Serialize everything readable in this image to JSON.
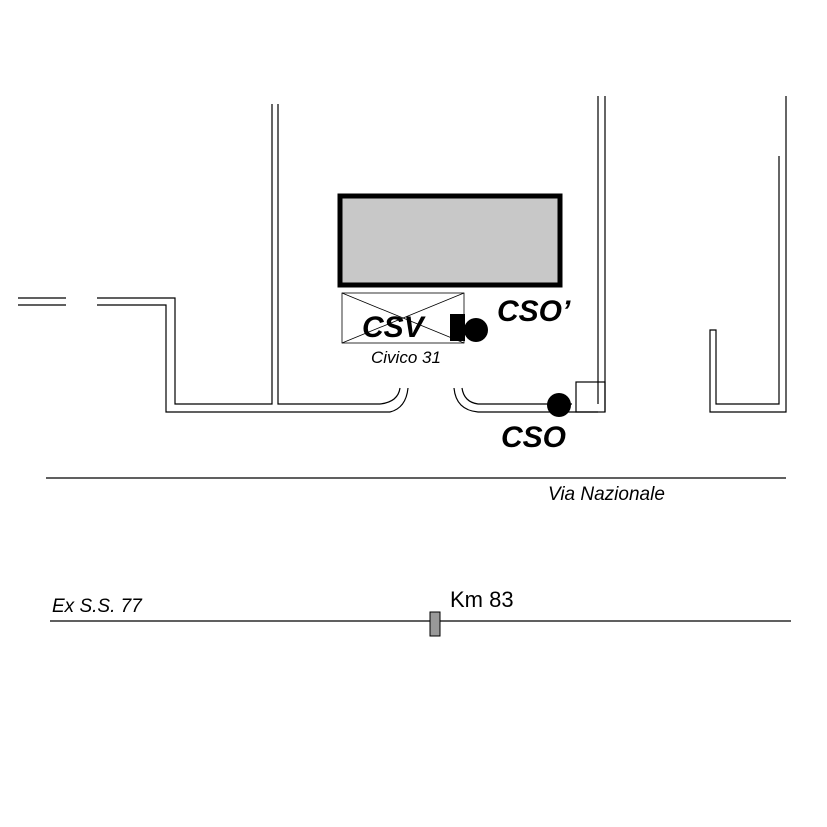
{
  "labels": {
    "csv": "CSV",
    "cso_prime": "CSO’",
    "cso": "CSO",
    "civic": "Civico 31",
    "street": "Via Nazionale",
    "highway": "Ex S.S. 77",
    "km": "Km 83"
  },
  "colors": {
    "building_fill": "#c8c8c8",
    "marker_fill": "#000000",
    "km_marker_fill": "#999999",
    "stroke": "#000000"
  }
}
